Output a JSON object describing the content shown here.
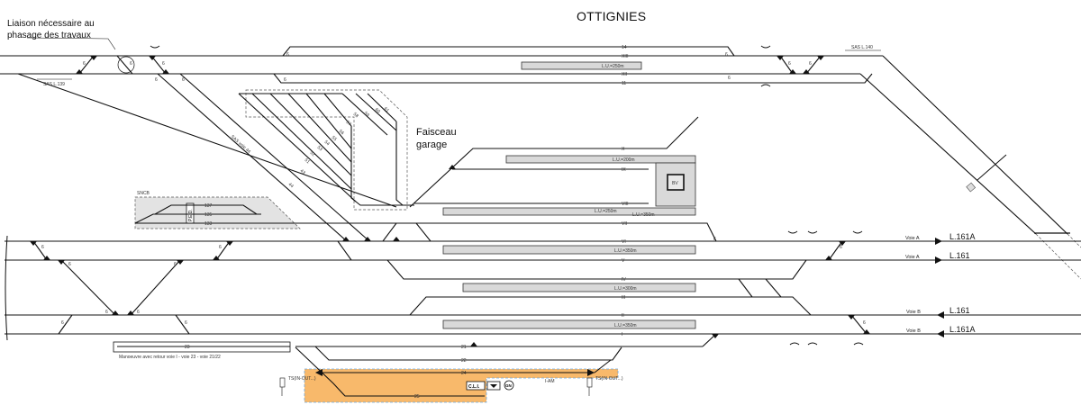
{
  "station": {
    "title": "OTTIGNIES"
  },
  "notes": {
    "liaison_line1": "Liaison nécessaire au",
    "liaison_line2": "phasage des travaux",
    "faisceau_line1": "Faisceau",
    "faisceau_line2": "garage",
    "manoeuvre": "Manoeuvre avec retour  voie I - voie 23 - voie 21/22"
  },
  "sas": {
    "left": "SAS L.139",
    "right": "SAS L.140",
    "bundle": "SAS voie 44"
  },
  "tracks": {
    "t14": "14",
    "tXIII": "XIII",
    "tXII": "XII",
    "t11": "11",
    "tX": "X",
    "tIX": "IX",
    "tVIII": "VIII",
    "tVII": "VII",
    "tVI": "VI",
    "tV": "V",
    "tIV": "IV",
    "tIII": "III",
    "tII": "II",
    "tI": "I",
    "t21": "21",
    "t22": "22",
    "t23": "23",
    "t24": "24",
    "t25": "25",
    "t133": "133",
    "t135": "135",
    "t137": "137"
  },
  "bundle_tracks": [
    "44",
    "43",
    "51",
    "52",
    "53",
    "54",
    "55",
    "56",
    "57",
    "58",
    "59",
    "60",
    "61"
  ],
  "platforms": {
    "p_top": "L.U.=250m",
    "p_x": "L.U.=200m",
    "p_viii_a": "L.U.=250m",
    "p_viii_b": "L.U.=350m",
    "p_vi": "L.U.=350m",
    "p_iii": "L.U.=300m",
    "p_i": "L.U.=350m"
  },
  "building": {
    "bv": "BV"
  },
  "sncb": {
    "label": "SNCB",
    "ped": "P.E.D."
  },
  "lines": {
    "voie_a1": "Voie A",
    "line_a1": "L.161A",
    "voie_a2": "Voie A",
    "line_a2": "L.161",
    "voie_b1": "Voie B",
    "line_b1": "L.161",
    "voie_b2": "Voie B",
    "line_b2": "L.161A"
  },
  "switch_angle": "6",
  "equipment": {
    "ts_left": "TS(IN-OUT...)",
    "ts_right": "TS(IN-OUT...)",
    "cli": "C.L.I.",
    "gn": "GN",
    "iam": "I-AM"
  },
  "colors": {
    "work_zone": "#f8b96b",
    "work_zone_border": "#6fa8dc",
    "platform": "#d9d9d9",
    "sncb_zone": "#e3e3e3"
  }
}
